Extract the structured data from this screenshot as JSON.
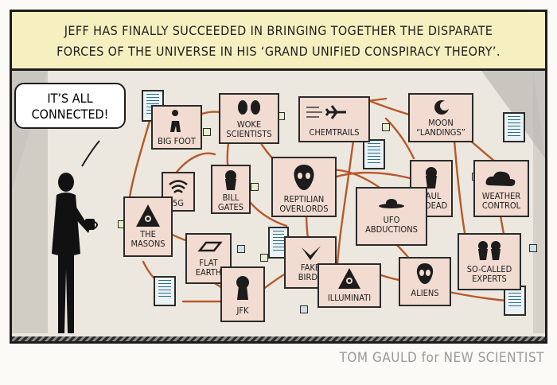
{
  "caption": {
    "line1": "JEFF HAS FINALLY SUCCEEDED IN BRINGING TOGETHER THE DISPARATE",
    "line2": "FORCES OF THE UNIVERSE IN HIS ‘GRAND UNIFIED CONSPIRACY THEORY’."
  },
  "speech": {
    "line1": "IT’S ALL",
    "line2": "CONNECTED!"
  },
  "cards": {
    "bigfoot": "BIG FOOT",
    "woke1": "WOKE",
    "woke2": "SCIENTISTS",
    "chemtrails": "CHEMTRAILS",
    "moon1": "MOON",
    "moon2": "“LANDINGS”",
    "fiveg": "5G",
    "bill1": "BILL",
    "bill2": "GATES",
    "rep1": "REPTILIAN",
    "rep2": "OVERLORDS",
    "paul1": "PAUL",
    "paul2": "IS DEAD",
    "weather1": "WEATHER",
    "weather2": "CONTROL",
    "ufo1": "UFO",
    "ufo2": "ABDUCTIONS",
    "masons1": "THE",
    "masons2": "MASONS",
    "flat1": "FLAT",
    "flat2": "EARTH",
    "fake1": "FAKE",
    "fake2": "BIRDS",
    "illuminati": "ILLUMINATI",
    "aliens": "ALIENS",
    "experts1": "SO-CALLED",
    "experts2": "EXPERTS",
    "jfk": "JFK"
  },
  "credit": "TOM GAULD for NEW SCIENTIST",
  "colors": {
    "caption_bg": "#f6efc0",
    "card_bg": "#f2dcd2",
    "string": "#b8582a",
    "note_line": "#2c6f89",
    "square_fill": "#e9f0c8"
  }
}
